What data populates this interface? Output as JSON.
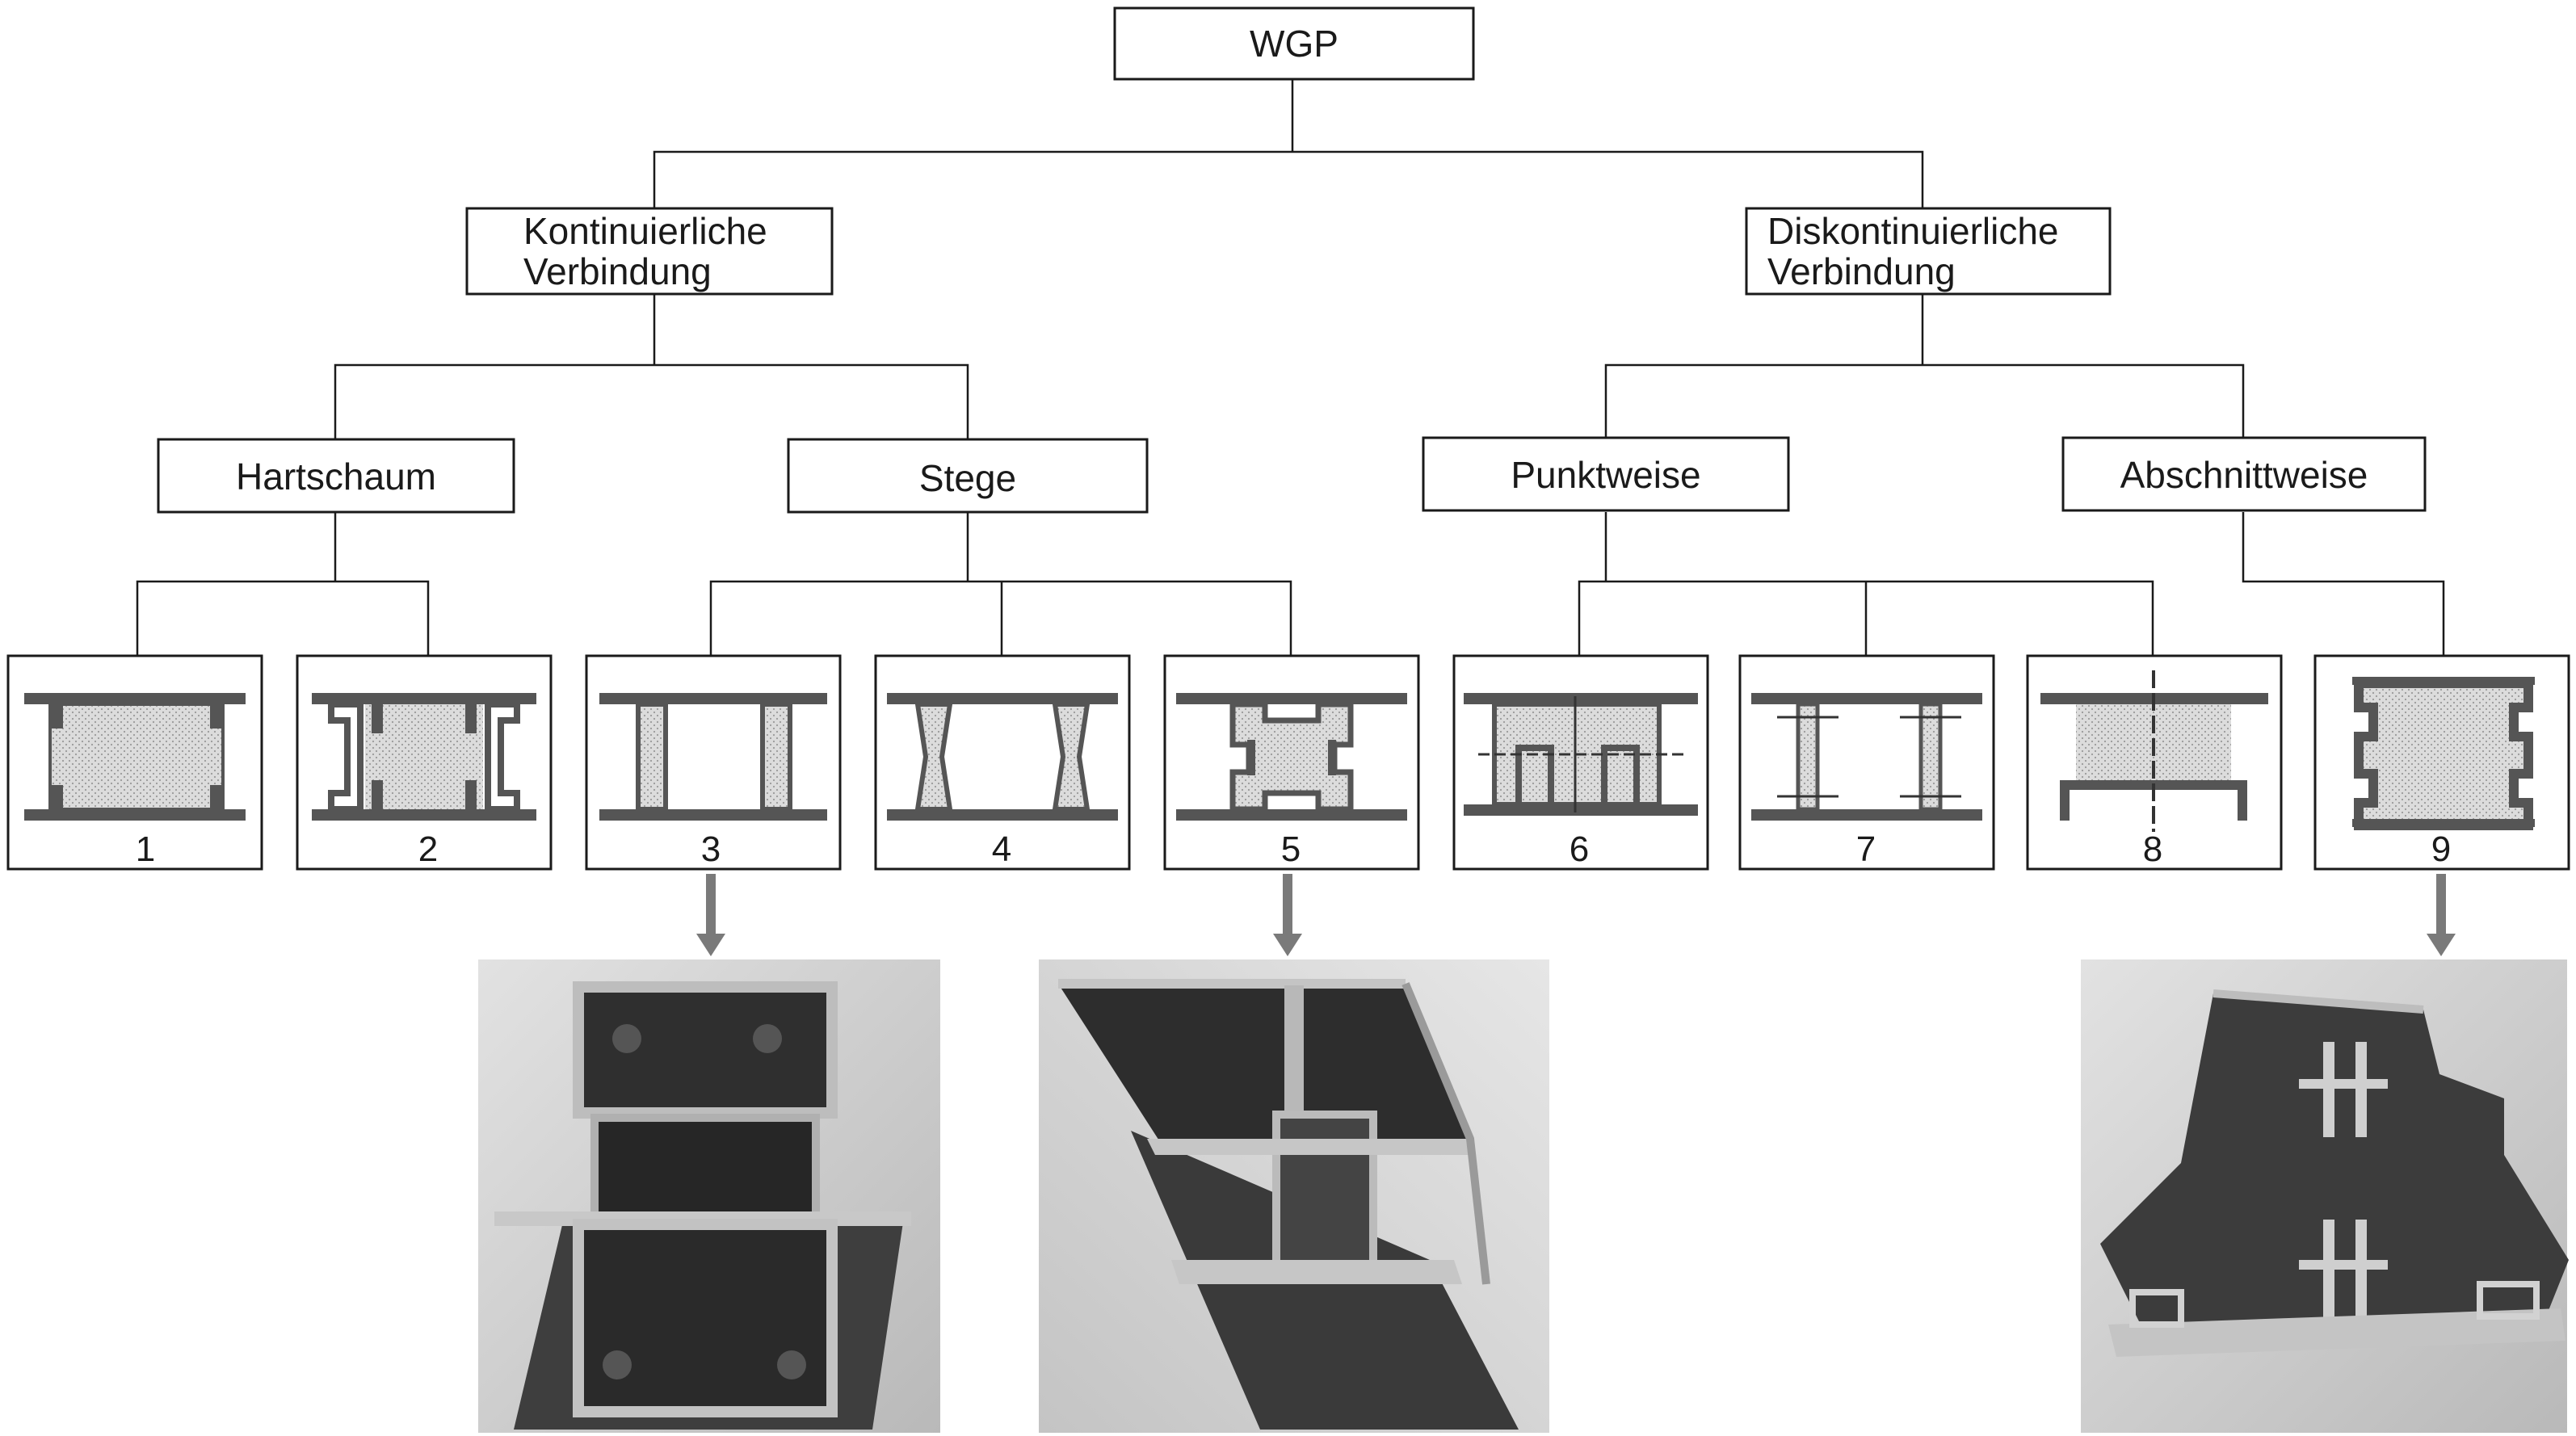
{
  "root": {
    "label": "WGP"
  },
  "level1": [
    {
      "line1": "Kontinuierliche",
      "line2": "Verbindung"
    },
    {
      "line1": "Diskontinuierliche",
      "line2": "Verbindung"
    }
  ],
  "level2": [
    {
      "label": "Hartschaum"
    },
    {
      "label": "Stege"
    },
    {
      "label": "Punktweise"
    },
    {
      "label": "Abschnittweise"
    }
  ],
  "profiles": [
    {
      "number": "1"
    },
    {
      "number": "2"
    },
    {
      "number": "3"
    },
    {
      "number": "4"
    },
    {
      "number": "5"
    },
    {
      "number": "6"
    },
    {
      "number": "7"
    },
    {
      "number": "8"
    },
    {
      "number": "9"
    }
  ],
  "photos": [
    {
      "of_profile": "3"
    },
    {
      "of_profile": "5"
    },
    {
      "of_profile": "9"
    }
  ],
  "colors": {
    "line": "#1a1a1a",
    "metal": "#555555",
    "insulation": "#d6d6d6",
    "arrow": "#7a7a7a",
    "photo_bg": "#cfcfcf"
  }
}
